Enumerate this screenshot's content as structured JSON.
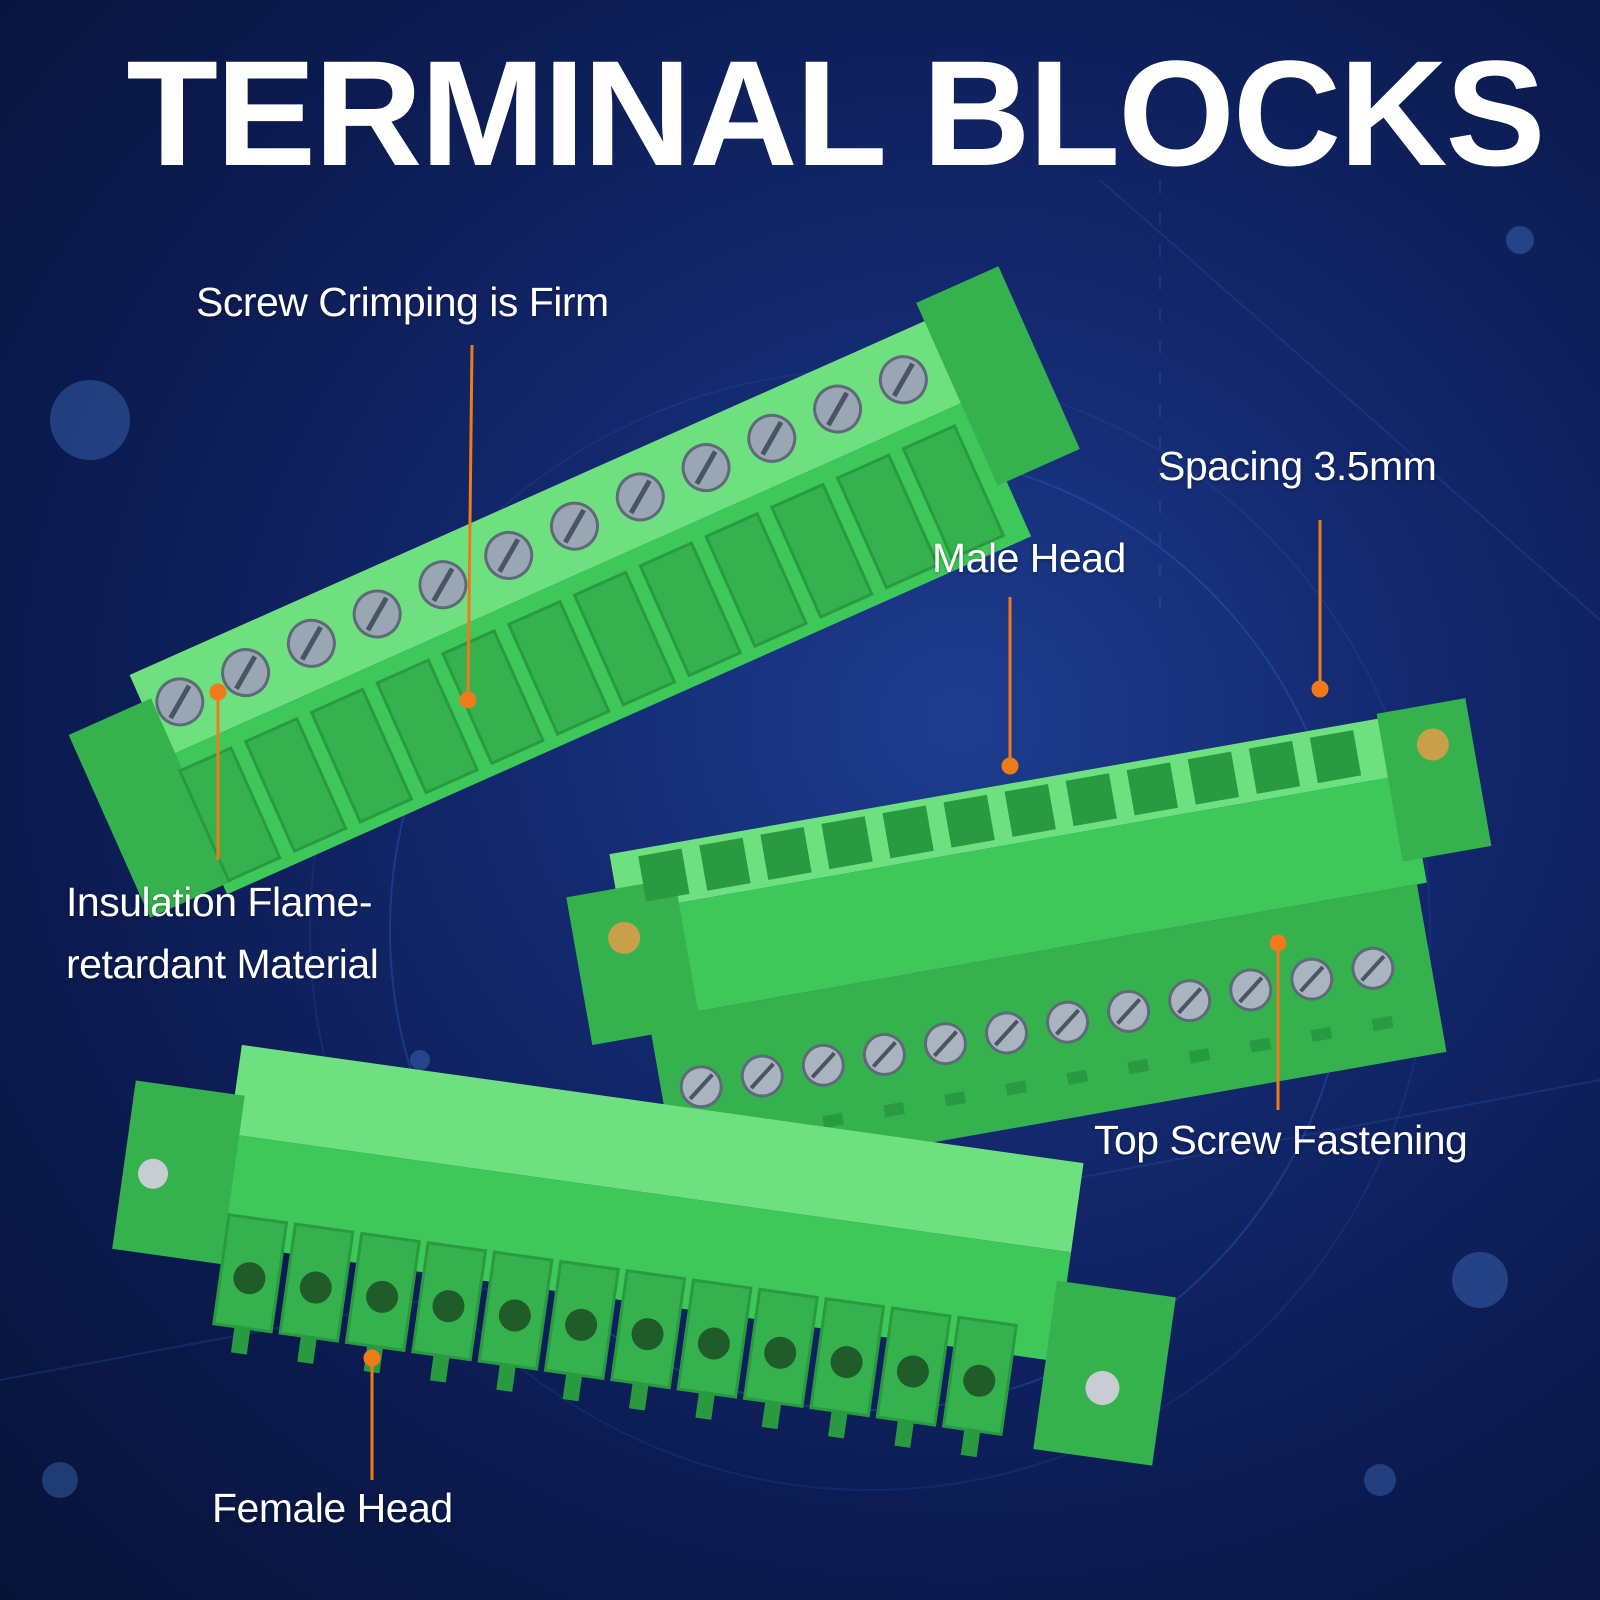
{
  "title": "TERMINAL BLOCKS",
  "labels": {
    "screw_crimping": "Screw Crimping is Firm",
    "spacing": "Spacing 3.5mm",
    "male_head": "Male Head",
    "insulation_line1": "Insulation Flame-",
    "insulation_line2": "retardant Material",
    "top_screw": "Top Screw Fastening",
    "female_head": "Female Head"
  },
  "colors": {
    "background": "#0b1a4e",
    "connector_green": "#3ec85a",
    "callout_orange": "#f07a1a",
    "text": "#ffffff"
  },
  "pin_count": 12
}
